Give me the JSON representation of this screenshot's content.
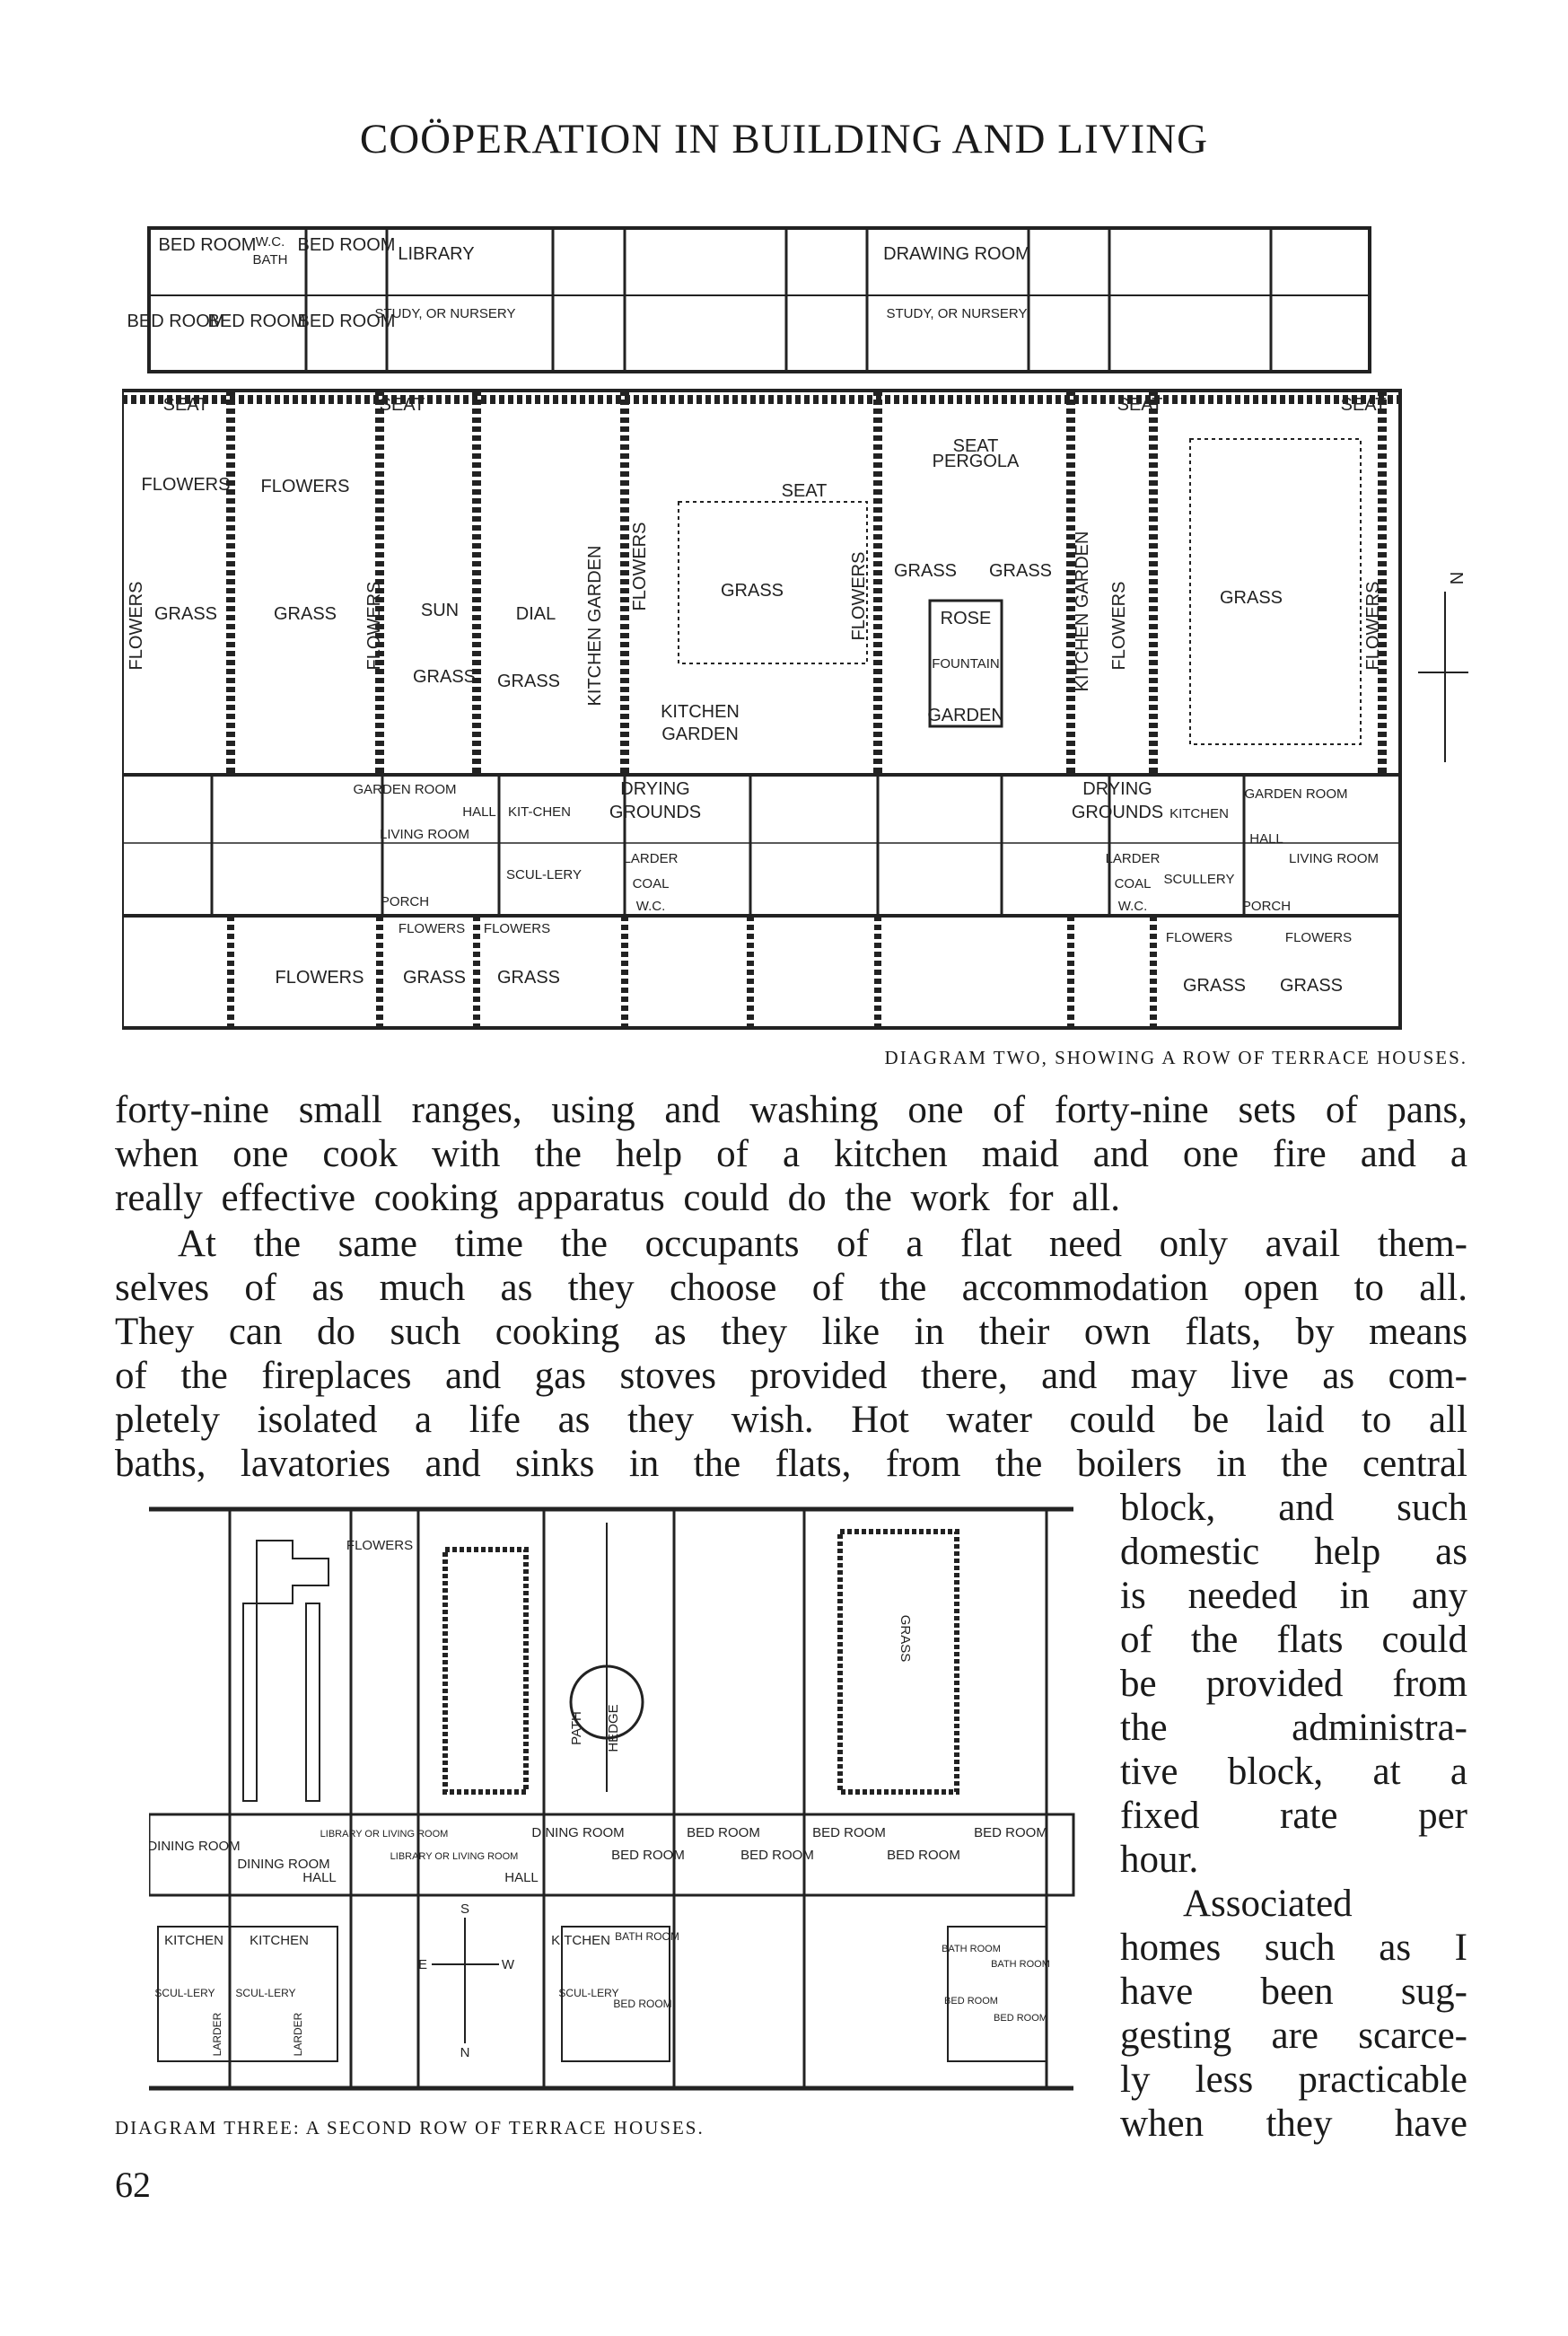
{
  "header": {
    "title": "COÖPERATION IN BUILDING AND LIVING"
  },
  "diagram_two": {
    "caption": "DIAGRAM TWO, SHOWING A ROW OF TERRACE HOUSES.",
    "labels": [
      "BED ROOM",
      "W.C.",
      "BATH",
      "BED ROOM",
      "LIBRARY",
      "STUDY, OR NURSERY",
      "BED ROOM",
      "BED ROOM",
      "BED ROOM",
      "DRAWING ROOM",
      "STUDY, OR NURSERY",
      "SEAT",
      "SEAT",
      "SEAT",
      "SEAT",
      "SEAT",
      "SEAT",
      "FLOWERS",
      "FLOWERS",
      "PERGOLA",
      "FLOWERS",
      "FLOWERS",
      "FLOWERS",
      "FLOWERS",
      "FLOWERS",
      "FLOWERS",
      "KITCHEN GARDEN",
      "KITCHEN GARDEN",
      "GRASS",
      "GRASS",
      "SUN",
      "DIAL",
      "GRASS",
      "GRASS",
      "GRASS",
      "KITCHEN",
      "GARDEN",
      "GRASS",
      "GRASS",
      "ROSE",
      "GARDEN",
      "FOUNTAIN",
      "GRASS",
      "LIVING ROOM",
      "HALL",
      "KIT-CHEN",
      "GARDEN ROOM",
      "SCUL-LERY",
      "LARDER",
      "COAL",
      "W.C.",
      "PORCH",
      "DRYING",
      "GROUNDS",
      "DRYING",
      "GROUNDS",
      "KITCHEN",
      "GARDEN ROOM",
      "LIVING ROOM",
      "HALL",
      "LARDER",
      "COAL",
      "W.C.",
      "SCULLERY",
      "PORCH",
      "FLOWERS",
      "FLOWERS",
      "FLOWERS",
      "GRASS",
      "GRASS",
      "FLOWERS",
      "FLOWERS",
      "GRASS",
      "GRASS",
      "N"
    ]
  },
  "body": {
    "full_lines": [
      "forty-nine small ranges, using and washing one of forty-nine sets of pans,",
      "when one cook with the help of a kitchen maid and one fire and a",
      "really effective cooking apparatus could do the work for all.",
      "At the same time the occupants of a flat need only avail them-",
      "selves of as much as they choose of the accommodation open to all.",
      "They can do such cooking as they like in their own flats, by means",
      "of the fireplaces and gas stoves provided there, and may live as com-",
      "pletely isolated a life as they wish.  Hot water could be laid to all",
      "baths, lavatories and sinks in the flats, from the boilers in the central"
    ],
    "narrow_lines": [
      "block, and such",
      "domestic help as",
      "is needed in any",
      "of the flats could",
      "be provided from",
      "the administra-",
      "tive block, at a",
      "fixed rate per",
      "hour.",
      "Associated",
      "homes such as I",
      "have been sug-",
      "gesting are scarce-",
      "ly less practicable",
      "when they have"
    ]
  },
  "diagram_three": {
    "caption": "DIAGRAM THREE: A SECOND ROW OF TERRACE HOUSES.",
    "labels": [
      "FLOWERS",
      "PATH",
      "HEDGE",
      "GRASS",
      "DINING ROOM",
      "DINING ROOM",
      "HALL",
      "LIBRARY OR LIVING ROOM",
      "LIBRARY OR LIVING ROOM",
      "HALL",
      "DINING ROOM",
      "BED ROOM",
      "BED ROOM",
      "BED ROOM",
      "BED ROOM",
      "BED ROOM",
      "BED ROOM",
      "KITCHEN",
      "KITCHEN",
      "SCUL-LERY",
      "SCUL-LERY",
      "LARDER",
      "LARDER",
      "S",
      "E",
      "W",
      "N",
      "KITCHEN",
      "BATH ROOM",
      "SCUL-LERY",
      "BED ROOM",
      "BATH ROOM",
      "BATH ROOM",
      "BED ROOM",
      "BED ROOM"
    ]
  },
  "footer": {
    "page_number": "62"
  }
}
